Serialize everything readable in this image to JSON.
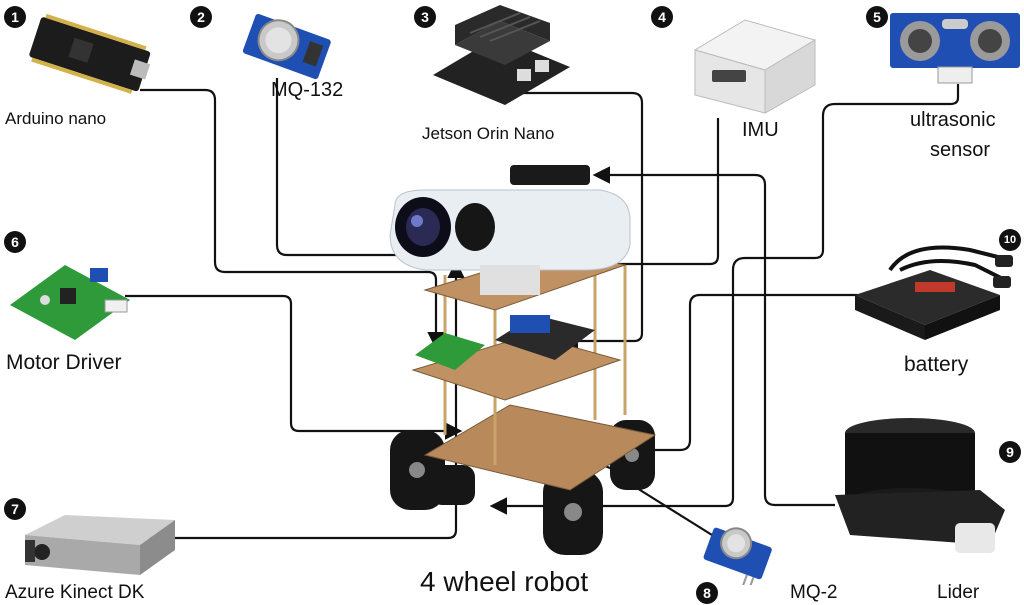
{
  "title": "4 wheel robot",
  "components": [
    {
      "number": "1",
      "label": "Arduino nano",
      "icon": "arduino-nano-board-icon"
    },
    {
      "number": "2",
      "label": "MQ-132",
      "icon": "gas-sensor-module-icon"
    },
    {
      "number": "3",
      "label": "Jetson Orin Nano",
      "icon": "jetson-board-icon"
    },
    {
      "number": "4",
      "label": "IMU",
      "icon": "imu-box-icon"
    },
    {
      "number": "5",
      "label_line1": "ultrasonic",
      "label_line2": "sensor",
      "icon": "ultrasonic-sensor-icon"
    },
    {
      "number": "6",
      "label": "Motor Driver",
      "icon": "motor-driver-board-icon"
    },
    {
      "number": "7",
      "label": "Azure Kinect DK",
      "icon": "depth-camera-icon"
    },
    {
      "number": "8",
      "label": "MQ-2",
      "icon": "gas-sensor-module-icon"
    },
    {
      "number": "9",
      "label": "Lider",
      "icon": "lidar-icon"
    },
    {
      "number": "10",
      "label": "battery",
      "icon": "battery-pack-icon"
    }
  ],
  "colors": {
    "wire": "#111111",
    "badge": "#111111",
    "pcb_blue": "#1f4fb3",
    "pcb_green": "#2f9a3a",
    "wood": "#b8895a"
  }
}
